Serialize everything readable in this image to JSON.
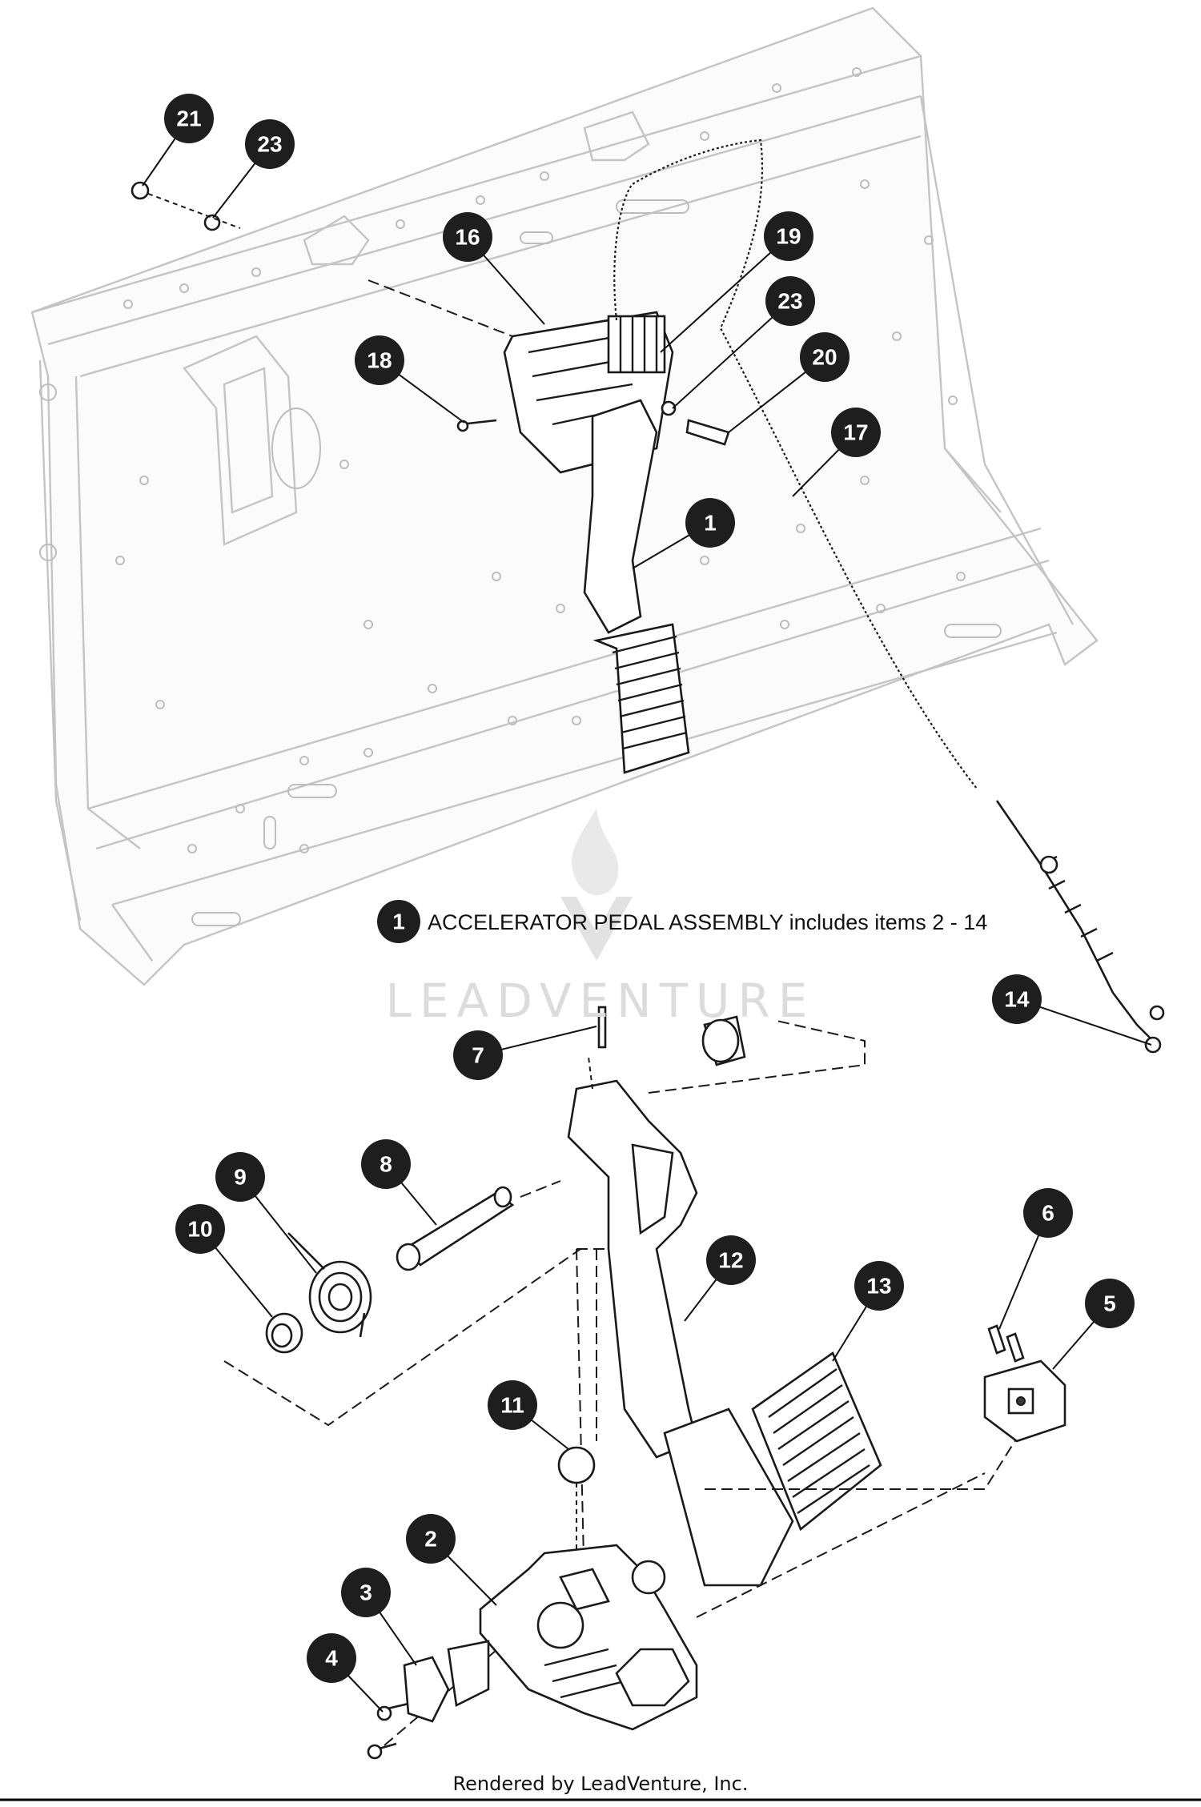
{
  "callouts": [
    {
      "id": "c21a",
      "label": "21"
    },
    {
      "id": "c23a",
      "label": "23"
    },
    {
      "id": "c16",
      "label": "16"
    },
    {
      "id": "c19",
      "label": "19"
    },
    {
      "id": "c23b",
      "label": "23"
    },
    {
      "id": "c18",
      "label": "18"
    },
    {
      "id": "c20",
      "label": "20"
    },
    {
      "id": "c17",
      "label": "17"
    },
    {
      "id": "c1",
      "label": "1"
    },
    {
      "id": "c14",
      "label": "14"
    },
    {
      "id": "c7",
      "label": "7"
    },
    {
      "id": "c8",
      "label": "8"
    },
    {
      "id": "c9",
      "label": "9"
    },
    {
      "id": "c10",
      "label": "10"
    },
    {
      "id": "c12",
      "label": "12"
    },
    {
      "id": "c13",
      "label": "13"
    },
    {
      "id": "c6",
      "label": "6"
    },
    {
      "id": "c5",
      "label": "5"
    },
    {
      "id": "c11",
      "label": "11"
    },
    {
      "id": "c2",
      "label": "2"
    },
    {
      "id": "c3",
      "label": "3"
    },
    {
      "id": "c4",
      "label": "4"
    }
  ],
  "assembly_note": {
    "number": "1",
    "text": "ACCELERATOR PEDAL ASSEMBLY includes items 2 - 14"
  },
  "watermark": "LEADVENTURE",
  "credit": "Rendered by LeadVenture, Inc."
}
